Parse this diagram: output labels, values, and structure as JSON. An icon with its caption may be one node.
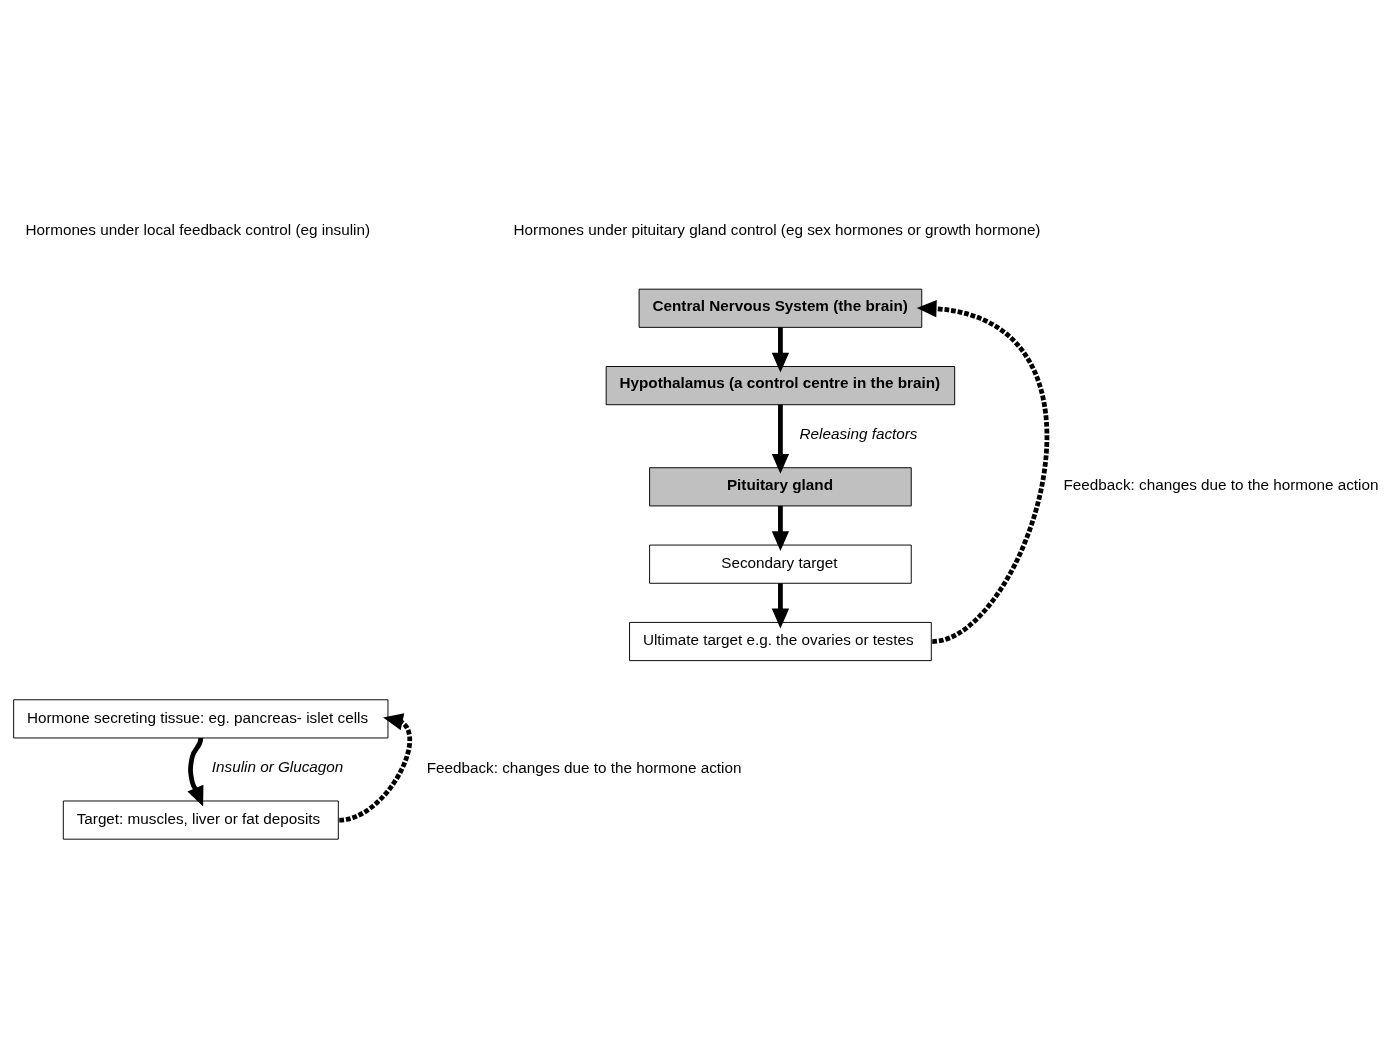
{
  "diagram": {
    "nodes": [
      {
        "text": [
          "Hormone secreting tissue: eg. pancreas- islet cells"
        ]
      },
      {
        "text": [
          "Target: muscles, liver or fat deposits"
        ]
      },
      {
        "text": [
          "Central Nervous System (the brain)"
        ]
      },
      {
        "text": [
          "Hypothalamus (a control centre in the brain)"
        ]
      },
      {
        "text": [
          "Pituitary gland"
        ]
      },
      {
        "text": [
          "Secondary target"
        ]
      },
      {
        "text": [
          "Ultimate target e.g. the ovaries or testes"
        ]
      }
    ],
    "edges": [
      {
        "from": 0,
        "to": 1,
        "arrow": "to",
        "label": "Insulin or Glucagon"
      },
      {
        "from": 1,
        "to": 0,
        "arrow": "to",
        "label": "Feedback: changes due to the hormone action",
        "style": "dashed"
      },
      {
        "from": 2,
        "to": 3,
        "arrow": "to"
      },
      {
        "from": 3,
        "to": 4,
        "arrow": "to",
        "label": "Releasing factors"
      },
      {
        "from": 4,
        "to": 5,
        "arrow": "to"
      },
      {
        "from": 5,
        "to": 6,
        "arrow": "to"
      },
      {
        "from": 6,
        "to": 2,
        "arrow": "to",
        "label": "Feedback: changes due to the hormone action",
        "style": "dashed"
      }
    ],
    "labels": [
      "Hormones under local feedback control (eg insulin)",
      "Hormones under pituitary gland control (eg sex hormones or growth hormone)"
    ]
  }
}
